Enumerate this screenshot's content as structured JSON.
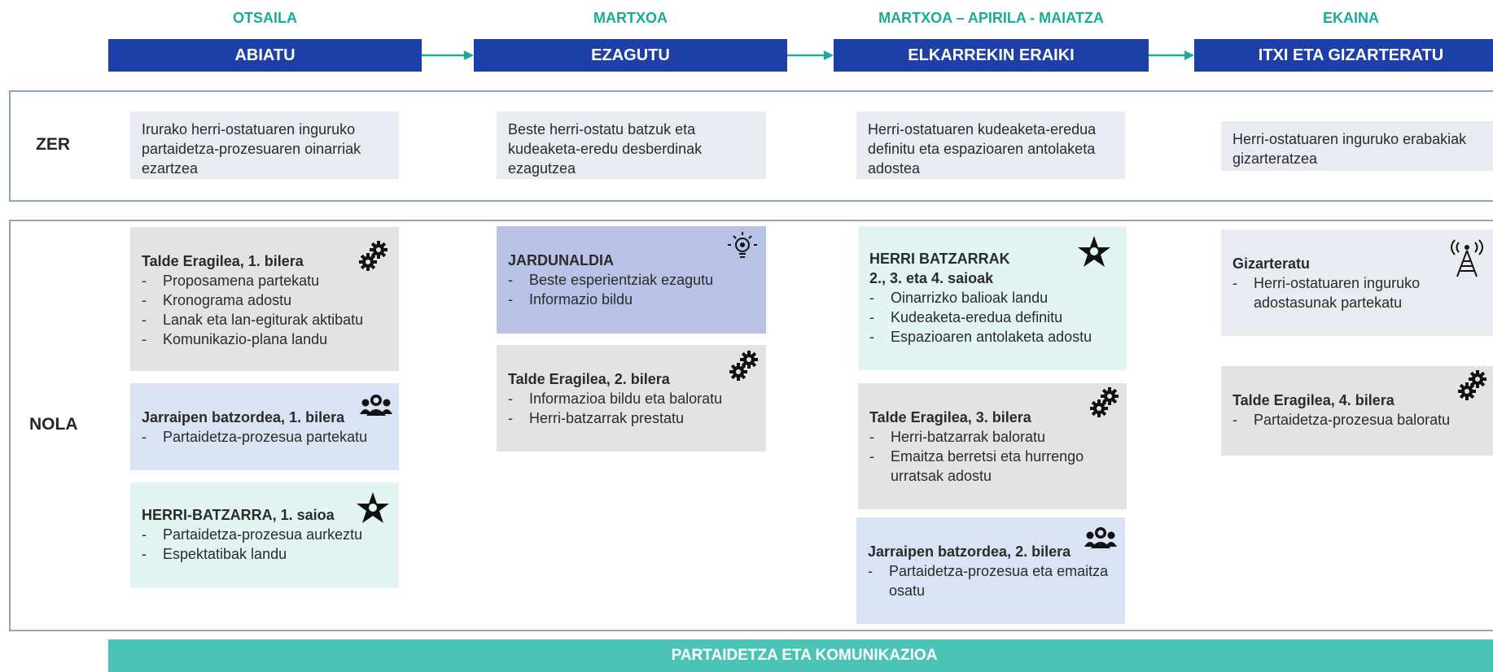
{
  "months": [
    "OTSAILA",
    "MARTXOA",
    "MARTXOA – APIRILA - MAIATZA",
    "EKAINA"
  ],
  "phases": [
    "ABIATU",
    "EZAGUTU",
    "ELKARREKIN ERAIKI",
    "ITXI ETA GIZARTERATU"
  ],
  "colors": {
    "phase_bg": "#1d3fa7",
    "month_text": "#1aab98",
    "arrow": "#1aab98",
    "banner_bg": "#4bc4b7",
    "gray_card": "#e3e3e3",
    "blue_card": "#dae3f3",
    "mint_card": "#e2f5f2",
    "lavender_card": "#b8c1e6"
  },
  "rows": {
    "zer": "ZER",
    "nola": "NOLA"
  },
  "zer": [
    "Irurako herri-ostatuaren inguruko partaidetza-prozesuaren oinarriak ezartzea",
    "Beste herri-ostatu batzuk eta kudeaketa-eredu desberdinak ezagutzea",
    "Herri-ostatuaren kudeaketa-eredua definitu eta espazioaren antolaketa adostea",
    "Herri-ostatuaren inguruko erabakiak gizarteratzea"
  ],
  "nola": {
    "c1": {
      "title": "Talde Eragilea, 1. bilera",
      "icon": "gears-icon",
      "items": [
        "Proposamena partekatu",
        "Kronograma adostu",
        "Lanak eta lan-egiturak aktibatu",
        "Komunikazio-plana landu"
      ]
    },
    "c2": {
      "title": "Jarraipen batzordea, 1. bilera",
      "icon": "group-icon",
      "items": [
        "Partaidetza-prozesua partekatu"
      ]
    },
    "c3": {
      "title": "HERRI-BATZARRA, 1. saioa",
      "icon": "people-star-icon",
      "items": [
        "Partaidetza-prozesua aurkeztu",
        "Espektatibak landu"
      ]
    },
    "c4": {
      "title": "JARDUNALDIA",
      "icon": "lightbulb-icon",
      "items": [
        "Beste esperientziak ezagutu",
        "Informazio bildu"
      ]
    },
    "c5": {
      "title": "Talde Eragilea, 2. bilera",
      "icon": "gears-icon",
      "items": [
        "Informazioa bildu eta baloratu",
        "Herri-batzarrak prestatu"
      ]
    },
    "c6": {
      "title": "HERRI BATZARRAK",
      "subtitle": "2., 3. eta 4. saioak",
      "icon": "people-star-icon",
      "items": [
        "Oinarrizko balioak landu",
        "Kudeaketa-eredua definitu",
        "Espazioaren antolaketa adostu"
      ]
    },
    "c7": {
      "title": "Talde Eragilea, 3. bilera",
      "icon": "gears-icon",
      "items": [
        "Herri-batzarrak baloratu",
        "Emaitza berretsi eta hurrengo urratsak adostu"
      ]
    },
    "c8": {
      "title": "Jarraipen batzordea, 2. bilera",
      "icon": "group-icon",
      "items": [
        "Partaidetza-prozesua eta emaitza osatu"
      ]
    },
    "c9": {
      "title": "Gizarteratu",
      "icon": "broadcast-tower-icon",
      "items": [
        "Herri-ostatuaren inguruko adostasunak partekatu"
      ]
    },
    "c10": {
      "title": "Talde Eragilea, 4. bilera",
      "icon": "gears-icon",
      "items": [
        "Partaidetza-prozesua baloratu"
      ]
    }
  },
  "banner": "PARTAIDETZA ETA KOMUNIKAZIOA"
}
